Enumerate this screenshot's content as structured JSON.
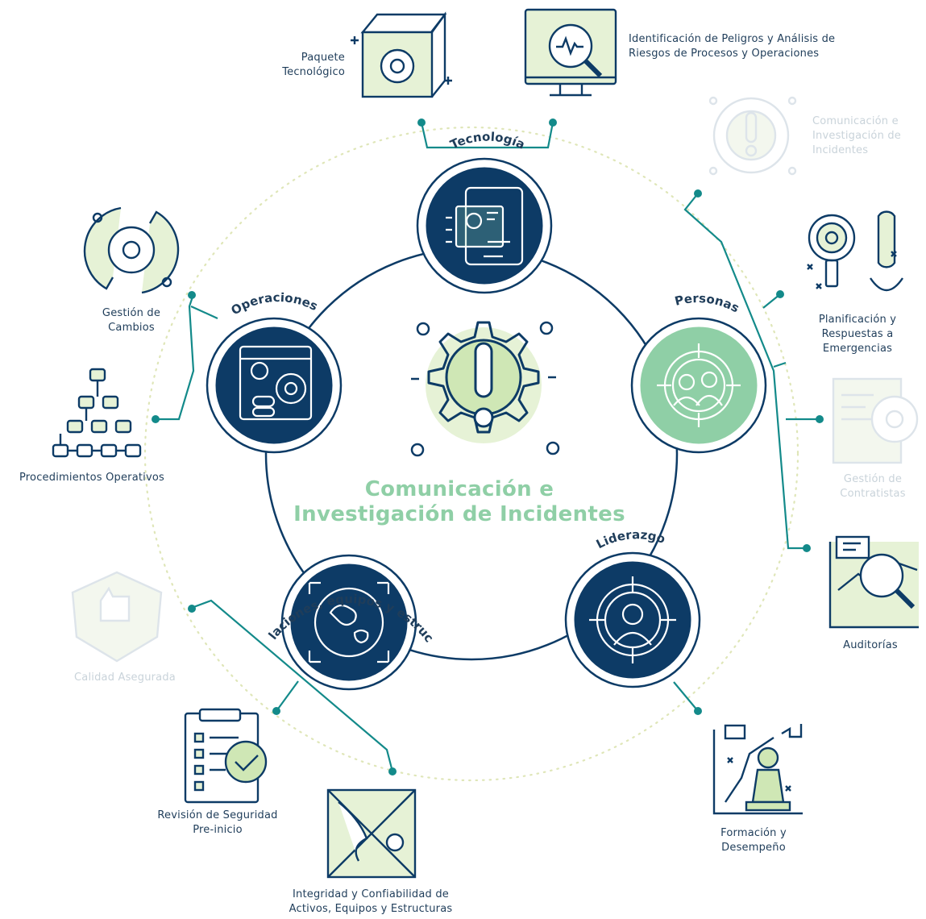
{
  "center": {
    "title_line1": "Comunicación e",
    "title_line2": "Investigación de Incidentes"
  },
  "pillars": {
    "tecnologia": "Tecnología",
    "personas": "Personas",
    "liderazgo": "Liderazgo",
    "instalaciones": "Instalaciones, equipos y estructuras",
    "operaciones": "Operaciones"
  },
  "elements": {
    "paquete": {
      "line1": "Paquete",
      "line2": "Tecnológico"
    },
    "identificacion": {
      "line1": "Identificación de Peligros y Análisis de",
      "line2": "Riesgos de Procesos y Operaciones"
    },
    "comunicacion": {
      "line1": "Comunicación e",
      "line2": "Investigación de",
      "line3": "Incidentes"
    },
    "planificacion": {
      "line1": "Planificación y",
      "line2": "Respuestas a",
      "line3": "Emergencias"
    },
    "contratistas": {
      "line1": "Gestión de",
      "line2": "Contratistas"
    },
    "auditorias": {
      "line1": "Auditorías"
    },
    "formacion": {
      "line1": "Formación y",
      "line2": "Desempeño"
    },
    "integridad": {
      "line1": "Integridad y Confiabilidad de",
      "line2": "Activos, Equipos y Estructuras"
    },
    "revision": {
      "line1": "Revisión de Seguridad",
      "line2": "Pre-inicio"
    },
    "calidad": {
      "line1": "Calidad Asegurada"
    },
    "procedimientos": {
      "line1": "Procedimientos Operativos"
    },
    "cambios": {
      "line1": "Gestión de",
      "line2": "Cambios"
    }
  },
  "colors": {
    "navy": "#0d3b66",
    "teal": "#138a8a",
    "mint": "#8fcfa6",
    "pale_green": "#e6f2d6",
    "dotted_ring": "#dfe6b8",
    "faded_text": "#c9d3da"
  }
}
